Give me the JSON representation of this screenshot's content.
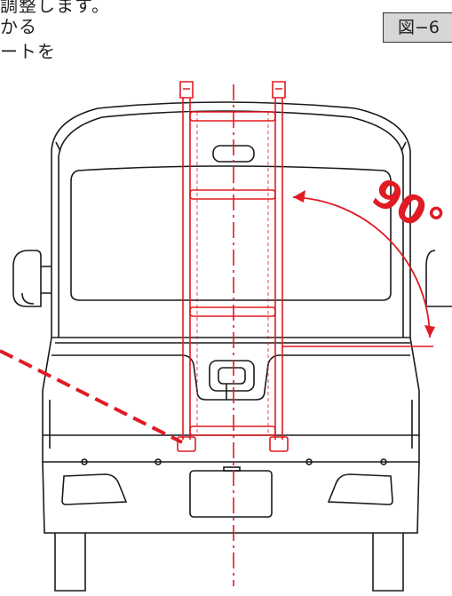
{
  "text_lines": [
    "調整します。",
    "かる",
    "ートを"
  ],
  "figure_label": "図−6",
  "angle_label": "90°",
  "colors": {
    "red": "#e01b23",
    "line": "#1a1a1a",
    "label_bg": "#d6d6d6"
  }
}
